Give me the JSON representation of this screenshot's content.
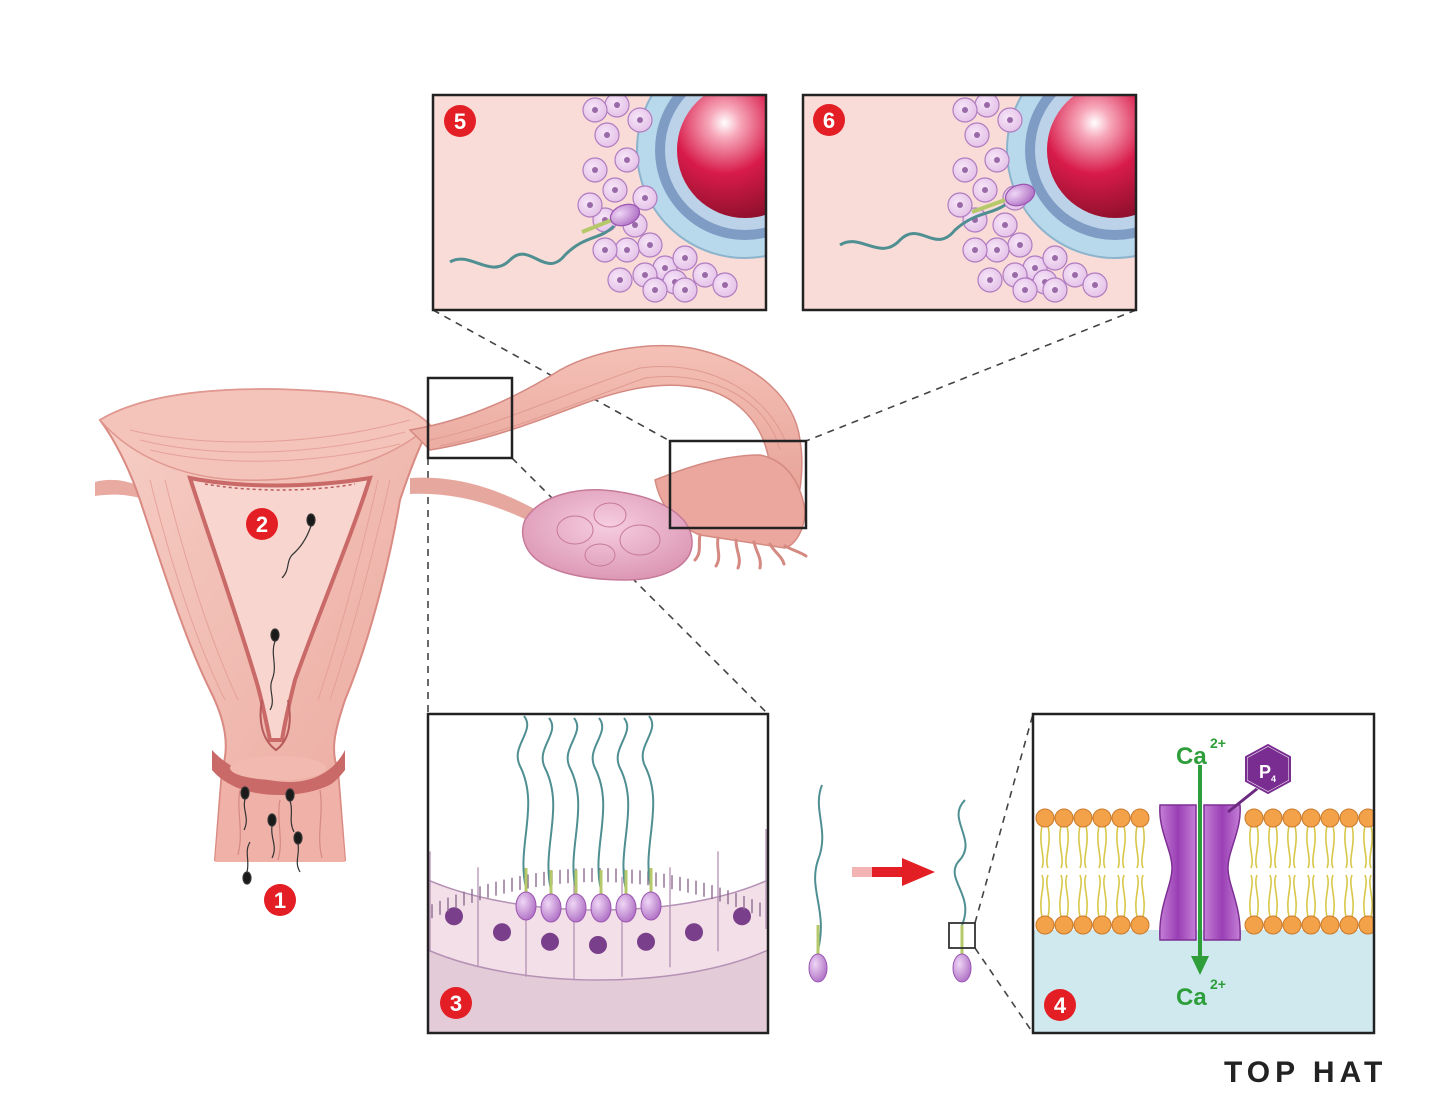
{
  "labels": {
    "step_1": "1",
    "step_2": "2",
    "step_3": "3",
    "step_4": "4",
    "step_5": "5",
    "step_6": "6"
  },
  "ions": {
    "top": "Ca",
    "top_charge": "2+",
    "bottom": "Ca",
    "bottom_charge": "2+"
  },
  "phosphate": {
    "letter": "P",
    "subscript": "4"
  },
  "brand": "TOP HAT",
  "colors": {
    "badge": "#e31e24",
    "tissue": "#f2b7ae",
    "tissue_dark": "#c96a68",
    "egg": "#d81b4a",
    "sperm_head": "#c793d8",
    "sperm_tail": "#4f8f92",
    "channel": "#b15dc4",
    "ion_green": "#2e9e3a",
    "membrane_head": "#f3a24a",
    "membrane_tail": "#d8c74a",
    "arrow_red": "#e31e24",
    "cytoplasm": "#cfe9ef"
  }
}
